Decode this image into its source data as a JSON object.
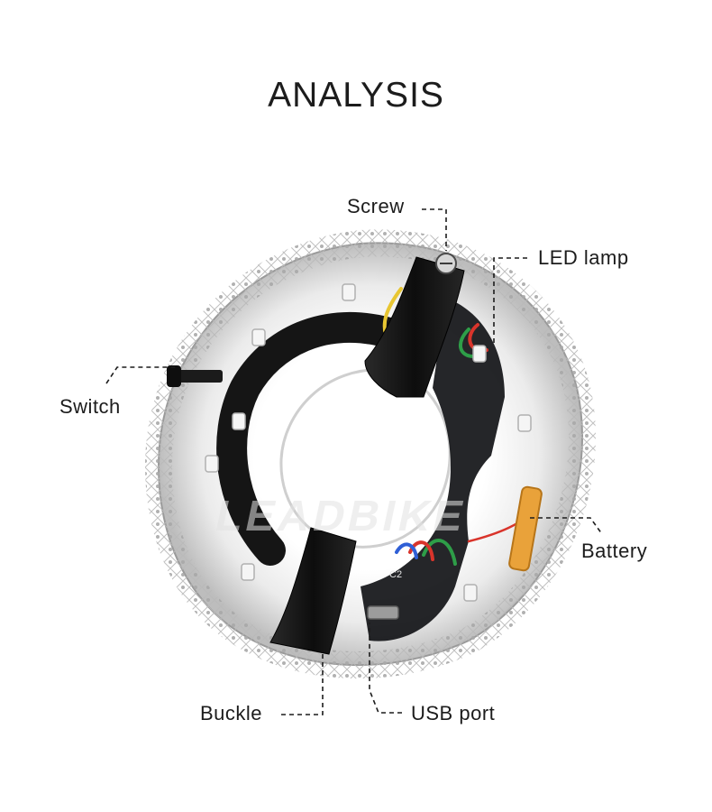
{
  "title": "ANALYSIS",
  "watermark": "LEADBIKE",
  "callouts": {
    "screw": "Screw",
    "led_lamp": "LED lamp",
    "switch": "Switch",
    "battery": "Battery",
    "buckle": "Buckle",
    "usb_port": "USB port"
  },
  "pcb_marking": "C2",
  "colors": {
    "clamp": "#141414",
    "ring_shell": "#dcdcdc",
    "battery": "#e9a23a",
    "wire_red": "#d9342b",
    "wire_blue": "#2f5fd6",
    "wire_green": "#2e9e48",
    "wire_yellow": "#e8c632",
    "pcb": "#121417"
  }
}
